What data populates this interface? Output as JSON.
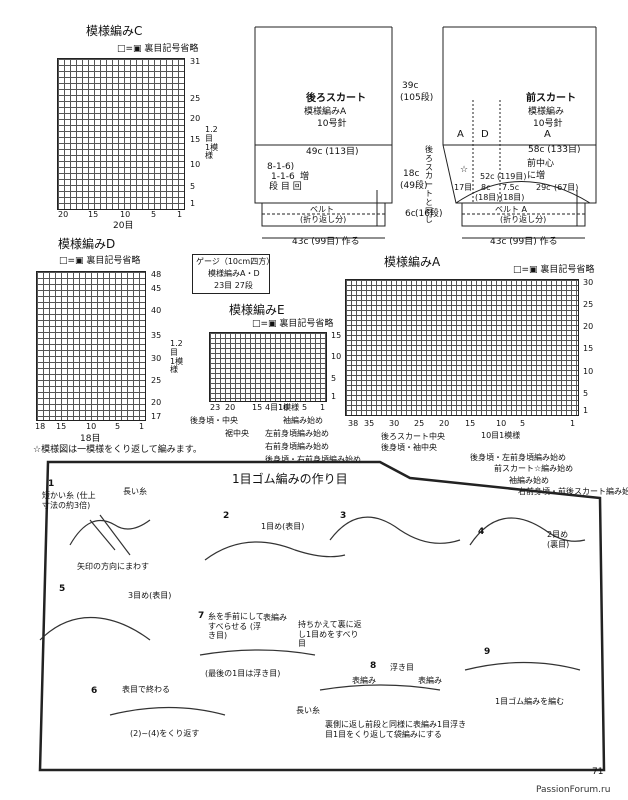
{
  "page_number": "71",
  "watermark": "PassionForum.ru",
  "legend_blank": "□=▣ 裏目記号省略",
  "chartC": {
    "title": "模様編みC",
    "right_ticks": [
      "31",
      "25",
      "20",
      "15",
      "10",
      "5",
      "1"
    ],
    "bottom_ticks": [
      "20",
      "15",
      "10",
      "5",
      "1"
    ],
    "width_label": "20目",
    "repeat_label": "1.2目 1模様"
  },
  "chartD": {
    "title": "模様編みD",
    "right_ticks": [
      "48",
      "45",
      "40",
      "35",
      "30",
      "25",
      "20",
      "17"
    ],
    "bottom_ticks": [
      "18",
      "15",
      "10",
      "5",
      "1"
    ],
    "width_label": "18目",
    "repeat_label": "1.2目 1模様",
    "note": "☆模様図は一模様をくり返して編みます。"
  },
  "chartE": {
    "title": "模様編みE",
    "right_ticks": [
      "15",
      "10",
      "5",
      "1"
    ],
    "bottom_ticks": [
      "23",
      "20",
      "15",
      "10",
      "5",
      "1"
    ],
    "repeat_label": "4目1模様",
    "callouts": [
      "後身頃・中央",
      "裾中央",
      "袖編み始め",
      "左前身頃編み始め",
      "右前身頃編み始め",
      "後身頃・右前身頃編み始め"
    ]
  },
  "chartA": {
    "title": "模様編みA",
    "right_ticks": [
      "30",
      "25",
      "20",
      "15",
      "10",
      "5",
      "1"
    ],
    "bottom_ticks": [
      "38",
      "35",
      "30",
      "25",
      "20",
      "15",
      "10",
      "5",
      "1"
    ],
    "repeat_label": "10目1模様",
    "callouts": [
      "後ろスカート中央",
      "後身頃・袖中央",
      "後身頃・左前身頃編み始め",
      "前スカート☆編み始め",
      "袖編み始め",
      "右前身頃・前後スカート編み始め"
    ]
  },
  "gauge": {
    "title": "ゲージ（10cm四方）",
    "line1": "模様編みA・D",
    "line2": "23目 27段"
  },
  "back_skirt": {
    "title": "後ろスカート",
    "pattern": "模様編みA",
    "needle": "10号針",
    "height": "39c",
    "rows": "(105段)",
    "hem_width": "49c (113目)",
    "side": "18c",
    "side_rows": "(49段)",
    "inc": "8-1-6)",
    "inc2": "1-1-6",
    "inc3": "増",
    "dan": "段 目 回",
    "belt": "ベルト",
    "fold": "(折り返し分)",
    "belt_h": "6c",
    "belt_rows": "(16段)",
    "bottom": "43c (99目) 作る"
  },
  "front_skirt": {
    "title": "前スカート",
    "pattern": "模様編み",
    "needle": "10号針",
    "hem_width": "58c (133目)",
    "mid": "前中心",
    "inc": "に増",
    "labels": [
      "A",
      "D",
      "A",
      "☆"
    ],
    "sub": [
      "17目",
      "8c",
      "(18目)",
      "52c",
      "(119目)",
      "7.5c",
      "(18目)",
      "29c",
      "(67目)"
    ],
    "side_note": "後ろスカートと同じ",
    "belt": "ベルト A",
    "fold": "(折り返し分)",
    "bottom": "43c (99目) 作る"
  },
  "cast_on": {
    "title": "1目ゴム編みの作り目",
    "steps": [
      {
        "n": "1",
        "text": "短かい糸 (仕上寸法の約3倍)"
      },
      {
        "n": "",
        "text": "長い糸"
      },
      {
        "n": "",
        "text": "矢印の方向にまわす"
      },
      {
        "n": "2",
        "text": "1目め(表目)"
      },
      {
        "n": "3",
        "text": ""
      },
      {
        "n": "4",
        "text": "2目め (裏目)"
      },
      {
        "n": "5",
        "text": "3目め(表目)"
      },
      {
        "n": "6",
        "text": "表目で終わる"
      },
      {
        "n": "",
        "text": "(2)~(4)をくり返す"
      },
      {
        "n": "7",
        "text": "糸を手前にしてすべらせる (浮き目)"
      },
      {
        "n": "",
        "text": "表編み"
      },
      {
        "n": "",
        "text": "持ちかえて裏に返し1目めをすべり目"
      },
      {
        "n": "",
        "text": "(最後の1目は浮き目)"
      },
      {
        "n": "",
        "text": "長い糸"
      },
      {
        "n": "8",
        "text": "浮き目"
      },
      {
        "n": "",
        "text": "表編み"
      },
      {
        "n": "",
        "text": "表編み"
      },
      {
        "n": "",
        "text": "裏側に返し前段と同様に表編み1目浮き目1目をくり返して袋編みにする"
      },
      {
        "n": "9",
        "text": "1目ゴム編みを編む"
      }
    ]
  }
}
